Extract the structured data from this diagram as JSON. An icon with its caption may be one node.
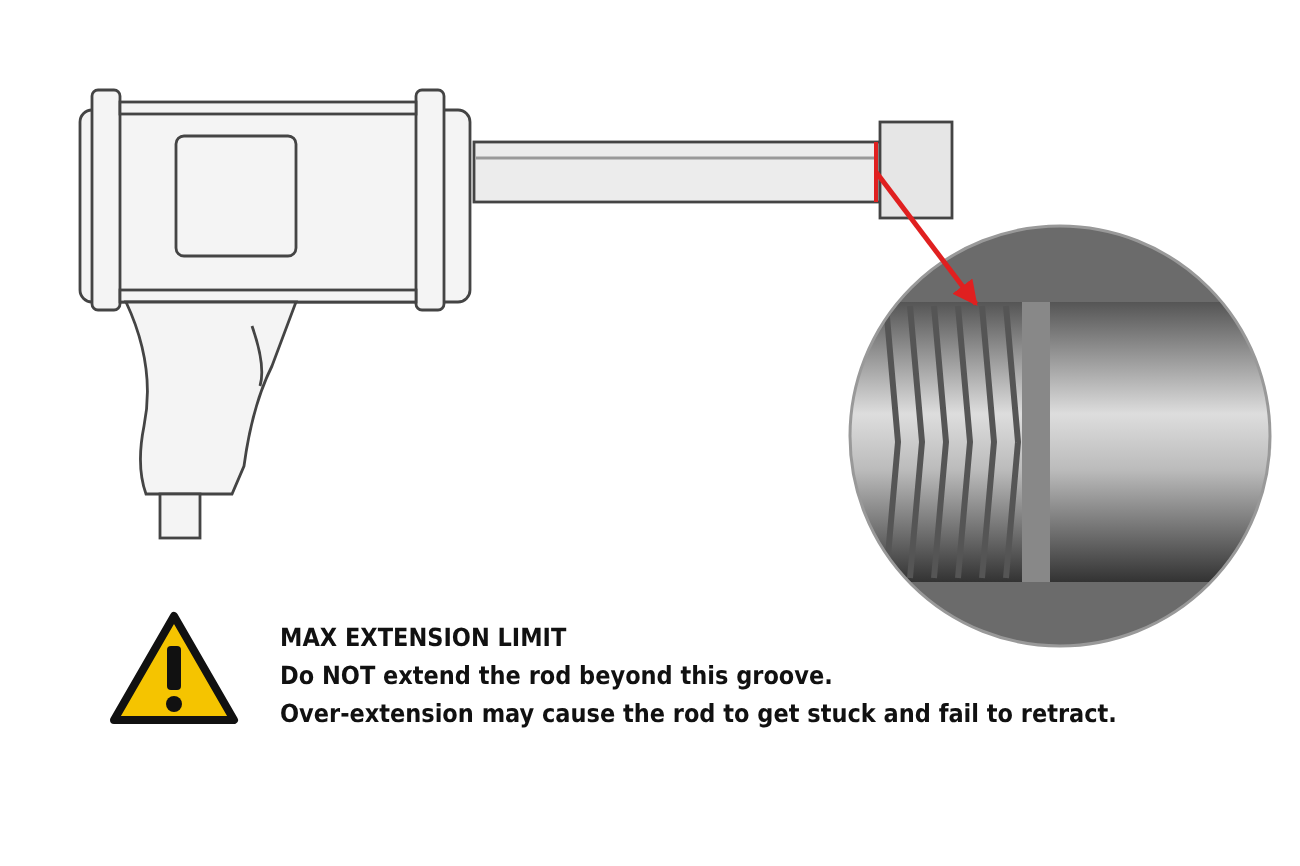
{
  "diagram": {
    "nodes": [
      {
        "text": [],
        "shape": "picture"
      },
      {
        "text": [],
        "shape": "picture"
      }
    ],
    "edges": [
      {
        "from": 0,
        "to": 1,
        "arrow": "to",
        "color": "#e02020"
      }
    ],
    "labels": [
      "MAX EXTENSION LIMIT",
      "Do NOT extend the rod beyond this groove.",
      "Over-extension may cause the rod to get stuck and fail to retract."
    ]
  }
}
